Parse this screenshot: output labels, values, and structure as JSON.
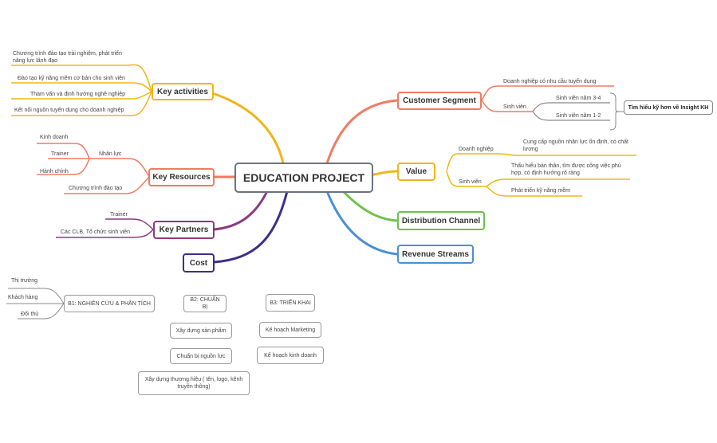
{
  "root": "EDUCATION PROJECT",
  "key_activities": {
    "label": "Key activities",
    "items": [
      "Chương trình đào tạo trải nghiệm, phát triển năng lực lãnh đạo",
      "Đào tạo kỹ năng mềm cơ bản cho sinh viên",
      "Tham vấn và định hướng nghề nghiệp",
      "Kết nối nguồn tuyển dụng cho doanh nghiệp"
    ]
  },
  "key_resources": {
    "label": "Key Resources",
    "human": "Nhân lực",
    "human_items": [
      "Kinh doanh",
      "Trainer",
      "Hành chính"
    ],
    "program": "Chương trình đào tạo"
  },
  "key_partners": {
    "label": "Key Partners",
    "items": [
      "Trainer",
      "Các CLB, Tổ chức sinh viên"
    ]
  },
  "cost": {
    "label": "Cost"
  },
  "customer_segment": {
    "label": "Customer Segment",
    "business": "Doanh nghiệp có nhu cầu tuyển dụng",
    "student": "Sinh viên",
    "student_items": [
      "Sinh viên năm 3-4",
      "Sinh viên năm 1-2"
    ],
    "insight": "Tìm hiểu kỹ hơn về Insight KH"
  },
  "value": {
    "label": "Value",
    "business": "Doanh nghiệp",
    "business_item": "Cung cấp nguồn nhân lực ổn định, có chất lượng",
    "student": "Sinh viên",
    "student_items": [
      "Thấu hiểu bản thân, tìm được công việc phù hợp, có định hướng rõ ràng",
      "Phát triển kỹ năng mềm"
    ]
  },
  "distribution_channel": {
    "label": "Distribution Channel"
  },
  "revenue_streams": {
    "label": "Revenue Streams"
  },
  "research": {
    "label": "B1: NGHIÊN CỨU & PHÂN TÍCH",
    "items": [
      "Thị trường",
      "Khách hàng",
      "Đối thủ"
    ]
  },
  "prepare": {
    "label": "B2: CHUẨN BỊ",
    "items": [
      "Xây dựng sản phẩm",
      "Chuẩn bị nguồn lực",
      "Xây dựng thương hiệu ( tên, logo, kênh truyền thông)"
    ]
  },
  "deploy": {
    "label": "B3: TRIỂN KHAI",
    "items": [
      "Kế hoạch Marketing",
      "Kế hoạch kinh doanh"
    ]
  },
  "colors": {
    "activities": "#f2b517",
    "resources": "#f07b63",
    "partners": "#8b3a7e",
    "cost": "#3d2e8c",
    "customer": "#f07b63",
    "value": "#f2b517",
    "distribution": "#6cc24a",
    "revenue": "#4a8fd4",
    "gray": "#888888"
  }
}
